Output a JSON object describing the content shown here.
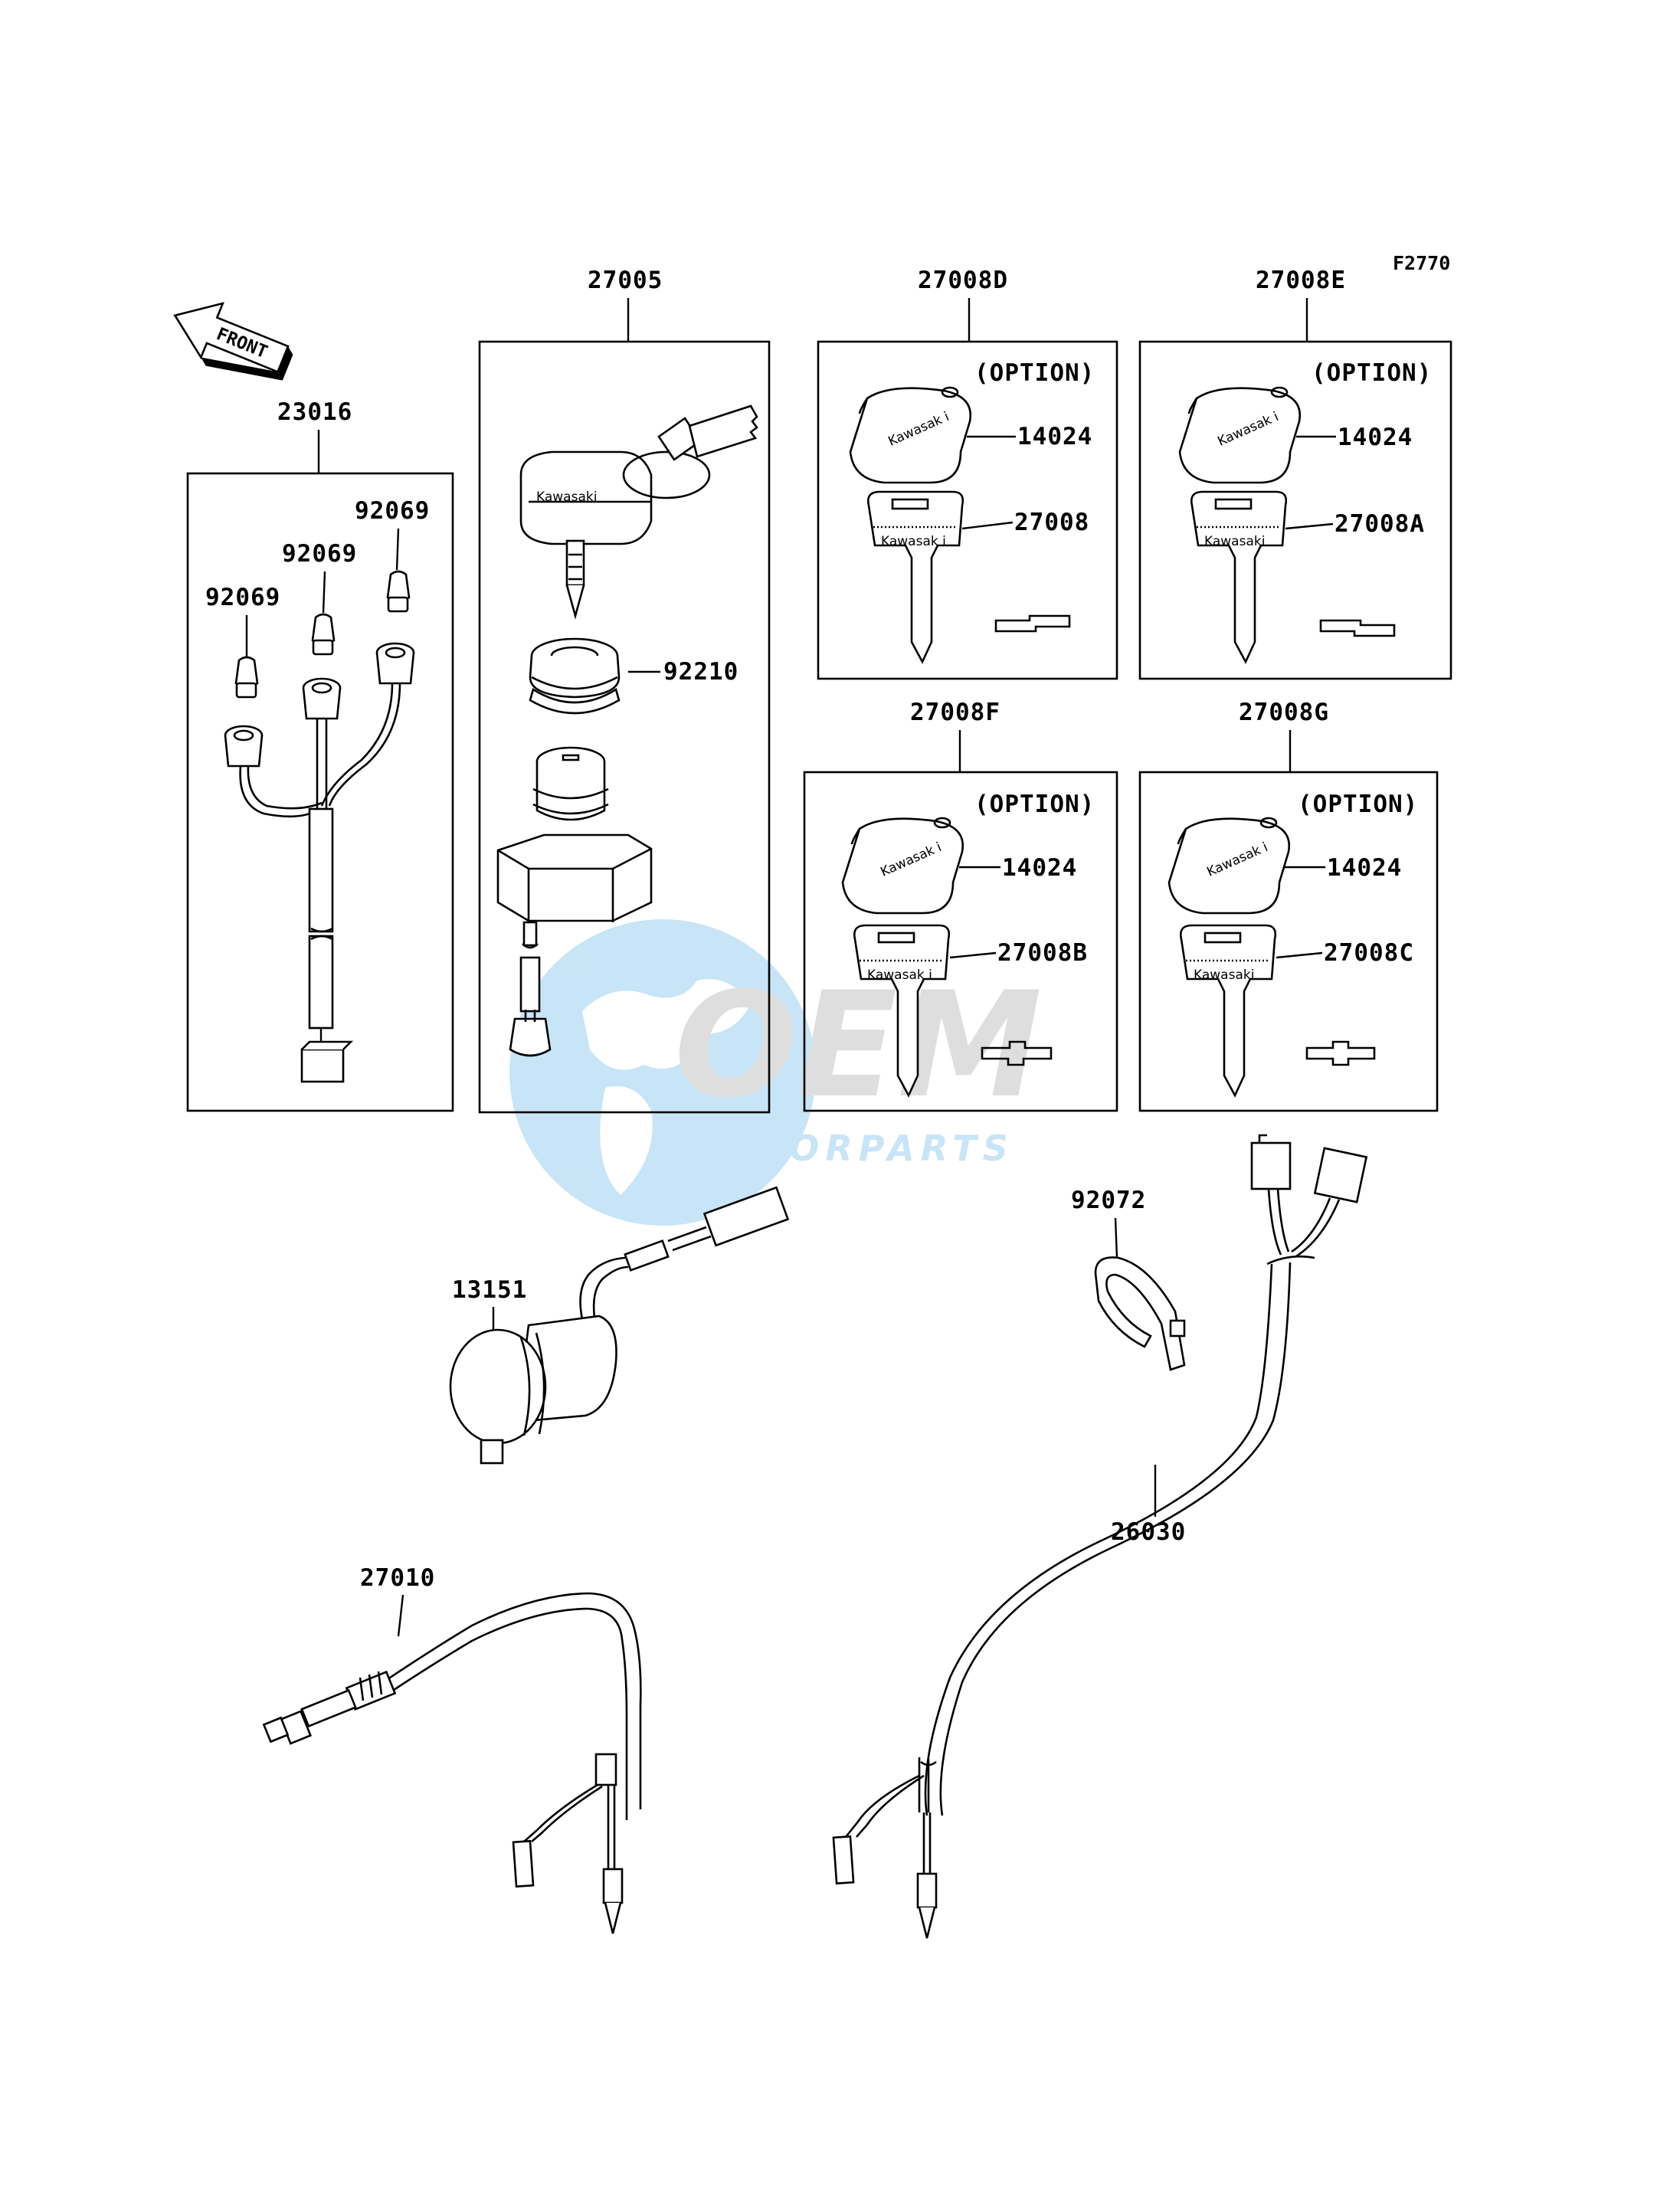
{
  "figure_code": "F2770",
  "front_label": "FRONT",
  "watermark": {
    "line1": "OEM",
    "line2": "MOTORPARTS",
    "color": "#3aa3e0",
    "gray": "#8a8a8a"
  },
  "callouts": {
    "c23016": "23016",
    "c92069a": "92069",
    "c92069b": "92069",
    "c92069c": "92069",
    "c27005": "27005",
    "c92210": "92210",
    "c27008D": "27008D",
    "c27008E": "27008E",
    "c27008F": "27008F",
    "c27008G": "27008G",
    "c14024a": "14024",
    "c14024b": "14024",
    "c14024c": "14024",
    "c14024d": "14024",
    "c27008": "27008",
    "c27008A": "27008A",
    "c27008B": "27008B",
    "c27008C": "27008C",
    "c13151": "13151",
    "c92072": "92072",
    "c27010": "27010",
    "c26030": "26030"
  },
  "option_label": "(OPTION)",
  "brand_text": "Kawasaki",
  "brand_text_alt": "Kawasak i"
}
